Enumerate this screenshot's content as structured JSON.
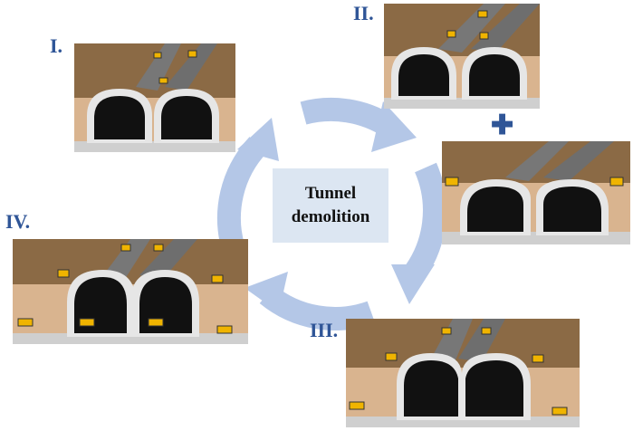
{
  "title_lines": [
    "Tunnel",
    "demolition"
  ],
  "stages": [
    {
      "label": "I."
    },
    {
      "label": "II."
    },
    {
      "label": "III."
    },
    {
      "label": "IV."
    }
  ],
  "plus_symbol": "✚",
  "colors": {
    "numeral": "#2f5597",
    "cycle_arrow": "#b4c7e7",
    "center_box": "#dce6f2",
    "soil_upper": "#8b6a45",
    "soil_lower": "#d9b48f",
    "liner": "#e6e6e6",
    "excavator": "#f0b400"
  }
}
